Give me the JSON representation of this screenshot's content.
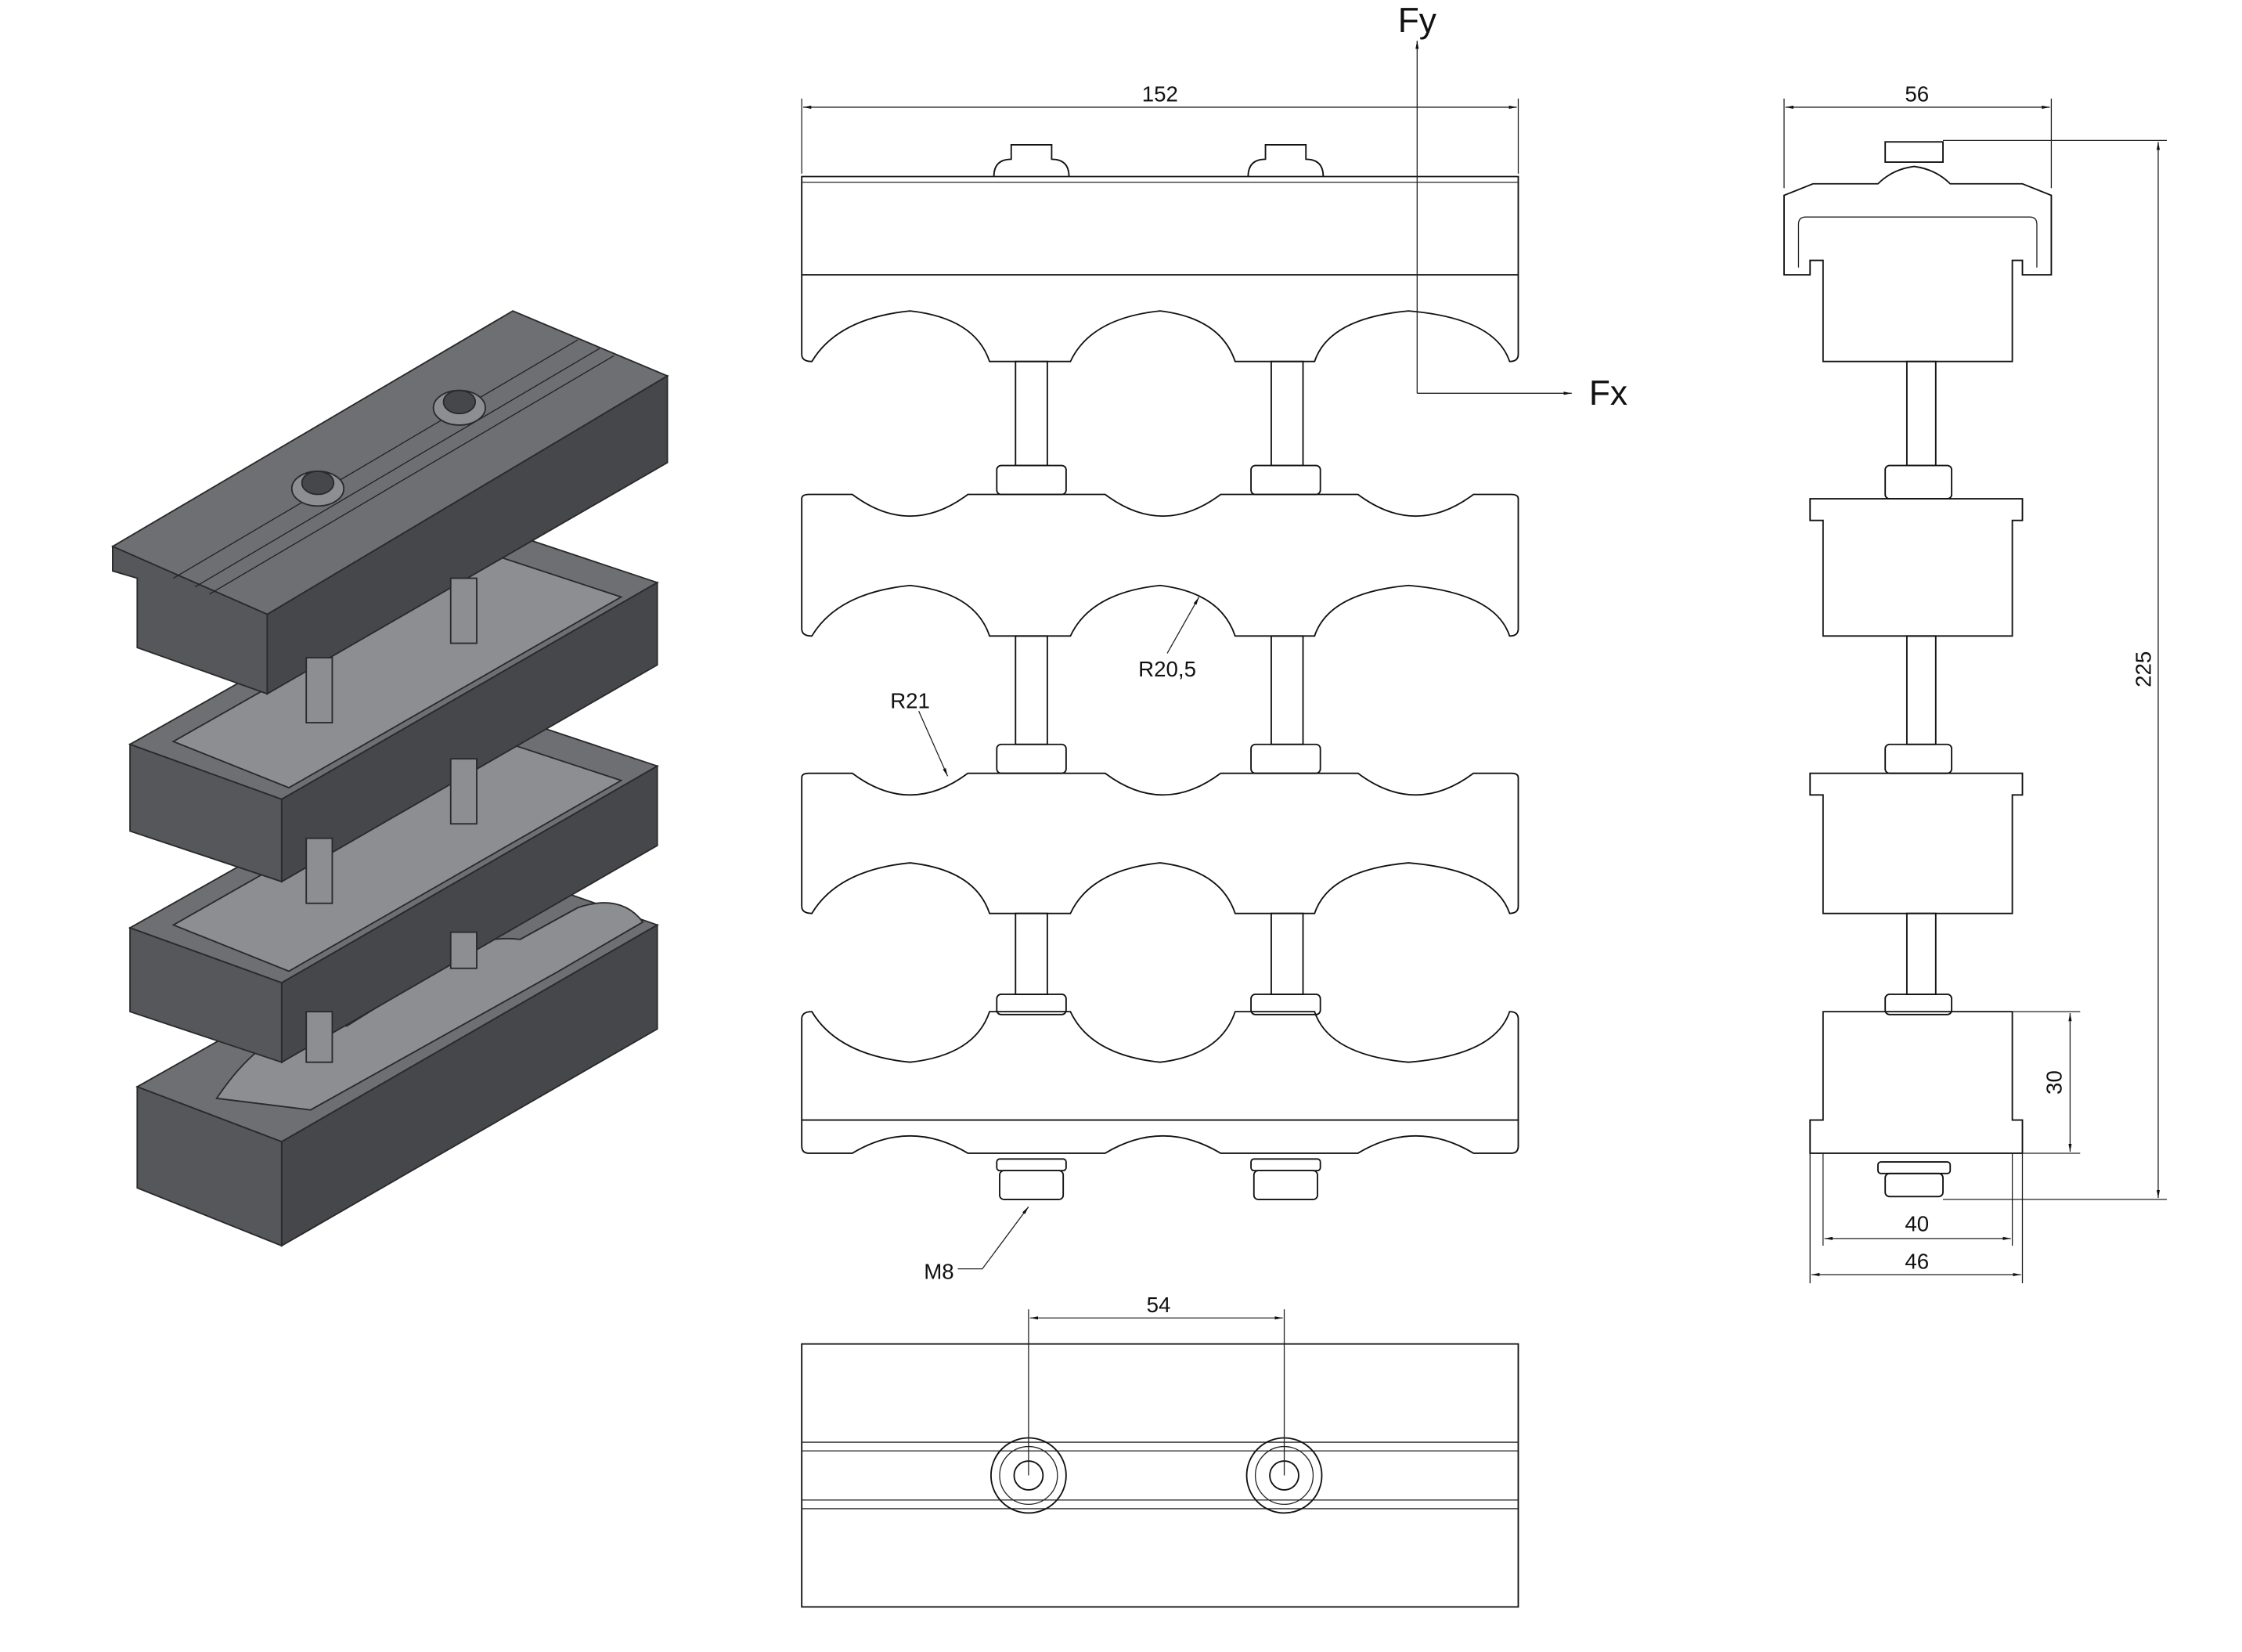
{
  "drawing": {
    "front_view": {
      "width_dim": "152",
      "radius_large": "R21",
      "radius_small": "R20,5",
      "bolt_size": "M8",
      "force_y": "Fy",
      "force_x": "Fx"
    },
    "top_view": {
      "bolt_spacing": "54"
    },
    "side_view": {
      "width_top": "56",
      "total_height": "225",
      "block_height": "30",
      "width_inner": "40",
      "width_outer": "46"
    }
  }
}
